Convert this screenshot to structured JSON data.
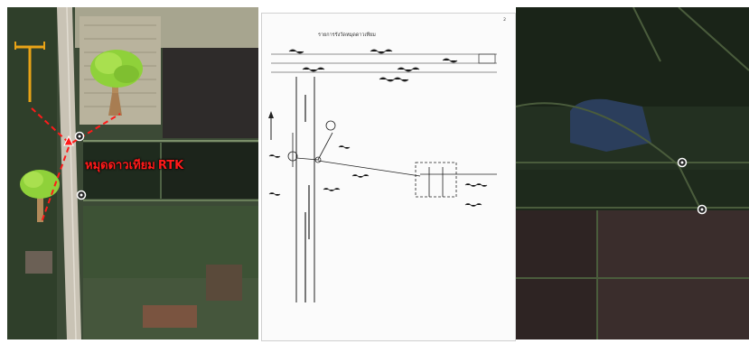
{
  "annotations": {
    "control_point_label": "หมุดดาวเทียม",
    "rtk_label": "RTK"
  },
  "document": {
    "title": "รายการรังวัดหมุดดาวเทียม",
    "page_number": "2"
  },
  "colors": {
    "annotation_red": "#ff1a1a",
    "signpost_orange": "#e8a317",
    "tree_canopy": "#8fd13a"
  },
  "icons": [
    "tree-icon",
    "signpost-icon",
    "survey-point-marker-icon"
  ]
}
